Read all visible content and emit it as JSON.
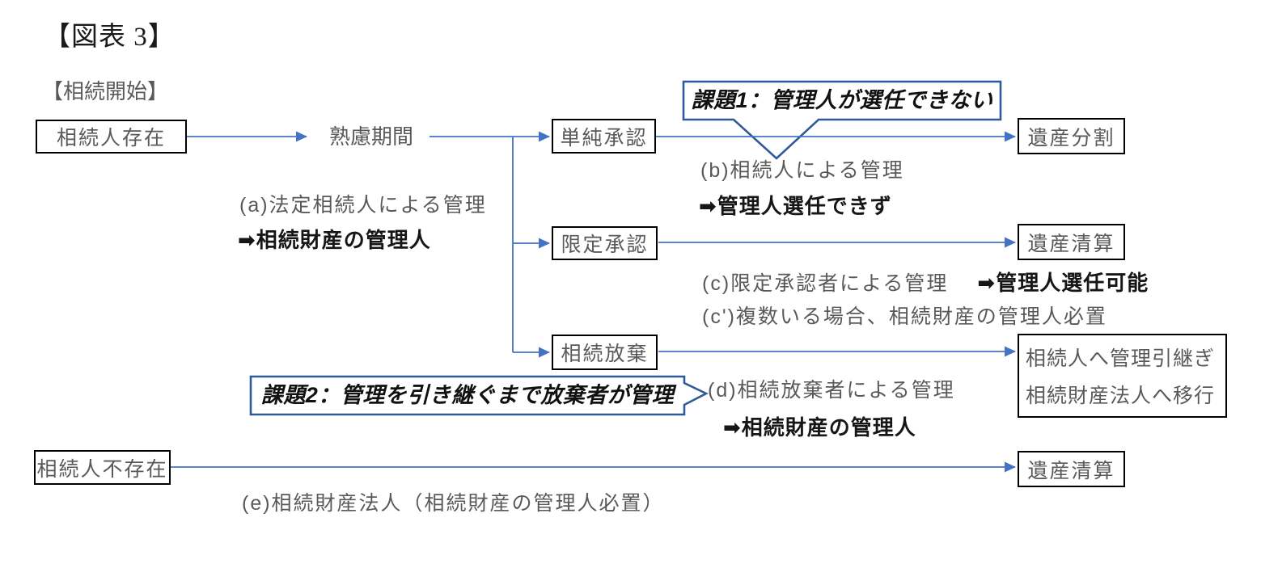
{
  "title": "【図表 3】",
  "start_label": "【相続開始】",
  "colors": {
    "arrow_blue": "#4472C4",
    "callout_border": "#2E5B97",
    "box_border": "#000000",
    "box_text": "#595959",
    "note_text": "#595959",
    "bold_text": "#161616"
  },
  "nodes": {
    "heir_exists": "相続人存在",
    "deliberation_period": "熟慮期間",
    "simple_acceptance": "単純承認",
    "limited_acceptance": "限定承認",
    "renunciation": "相続放棄",
    "estate_division": "遺産分割",
    "estate_liquidation_mid": "遺産清算",
    "handover_line1": "相続人へ管理引継ぎ",
    "handover_line2": "相続財産法人へ移行",
    "heir_absent": "相続人不存在",
    "estate_liquidation_bottom": "遺産清算"
  },
  "notes": {
    "a": "(a)法定相続人による管理",
    "a_bold": "➡相続財産の管理人",
    "b": "(b)相続人による管理",
    "b_bold": "➡管理人選任できず",
    "c": "(c)限定承認者による管理",
    "c_bold": "➡管理人選任可能",
    "c_prime": "(c')複数いる場合、相続財産の管理人必置",
    "d": "(d)相続放棄者による管理",
    "d_bold": "➡相続財産の管理人",
    "e": "(e)相続財産法人（相続財産の管理人必置）"
  },
  "callouts": {
    "issue1": "課題1：管理人が選任できない",
    "issue2": "課題2：管理を引き継ぐまで放棄者が管理"
  }
}
